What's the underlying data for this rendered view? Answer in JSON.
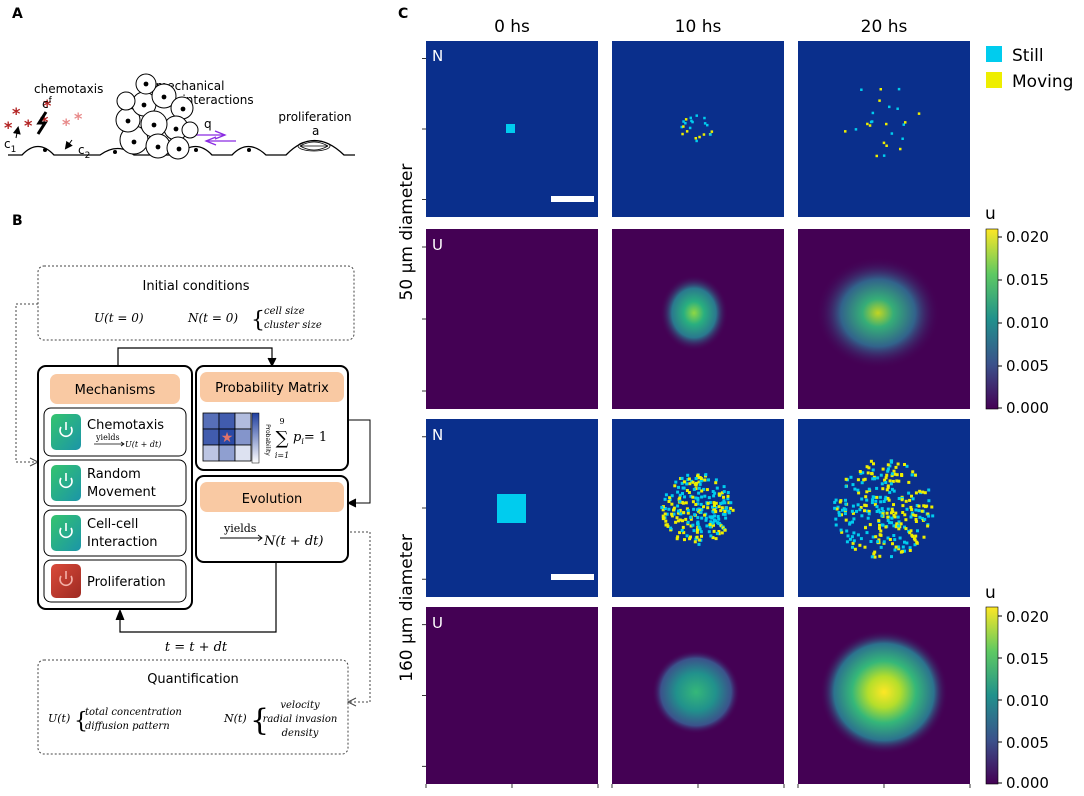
{
  "panel_a": {
    "letter": "A",
    "chemotaxis": "chemotaxis",
    "c_f_base": "c",
    "c_f_sub": "f",
    "c1_base": "c",
    "c1_sub": "1",
    "c2_base": "c",
    "c2_sub": "2",
    "mechanical_line1": "mechanical",
    "mechanical_line2": "interactions",
    "q": "q",
    "proliferation": "proliferation",
    "a": "a",
    "colors": {
      "asterisk_dark": "#b22222",
      "asterisk_light": "#e88a8a",
      "arrow_q": "#8a2be2"
    }
  },
  "panel_b": {
    "letter": "B",
    "initial_conditions": {
      "title": "Initial conditions",
      "u_expr": "U(t = 0)",
      "n_expr": "N(t = 0)",
      "brace_items": [
        "cell size",
        "cluster size"
      ]
    },
    "mechanisms": {
      "title": "Mechanisms",
      "items": [
        {
          "line1": "Chemotaxis",
          "line2": "",
          "active": true
        },
        {
          "line1": "Random",
          "line2": "Movement",
          "active": true
        },
        {
          "line1": "Cell-cell",
          "line2": "Interaction",
          "active": true
        },
        {
          "line1": "Proliferation",
          "line2": "",
          "active": false
        }
      ],
      "chemotaxis_yields_word": "yields",
      "chemotaxis_yields_target": "U(t + dt)"
    },
    "probability_matrix": {
      "title": "Probability Matrix",
      "colorbar_label": "Probability",
      "sum_upper": "9",
      "sum_lower": "i=1",
      "sum_term": "p",
      "sum_sub": "i",
      "sum_rhs": "= 1",
      "cells": [
        0.75,
        0.85,
        0.35,
        0.85,
        0.95,
        0.55,
        0.3,
        0.5,
        0.15
      ]
    },
    "evolution": {
      "title": "Evolution",
      "yields_word": "yields",
      "yields_target": "N(t + dt)"
    },
    "time_step": "t =  t + dt",
    "quantification": {
      "title": "Quantification",
      "u_expr": "U(t)",
      "u_items": [
        "total concentration",
        "diffusion pattern"
      ],
      "n_expr": "N(t)",
      "n_items": [
        "velocity",
        "radial invasion",
        "density"
      ]
    },
    "colors": {
      "header_fill": "#f9c9a3",
      "active_icon_top": "#2fbf7a",
      "active_icon_bottom": "#1f9fa8",
      "inactive_icon": "#c0392b"
    }
  },
  "panel_c": {
    "letter": "C",
    "time_headers": [
      "0 hs",
      "10 hs",
      "20 hs"
    ],
    "row_groups": [
      "50 μm diameter",
      "160 μm diameter"
    ],
    "row_letters": [
      "N",
      "U",
      "N",
      "U"
    ],
    "legend": [
      {
        "label": "Still",
        "color": "#00ccee"
      },
      {
        "label": "Moving",
        "color": "#eeee00"
      }
    ],
    "colorbar": {
      "label": "u",
      "ticks": [
        "0.020",
        "0.015",
        "0.010",
        "0.005",
        "0.000"
      ],
      "range": [
        0.0,
        0.021
      ]
    },
    "colors": {
      "n_background": "#0a2f8c",
      "u_background": "#440154"
    }
  }
}
